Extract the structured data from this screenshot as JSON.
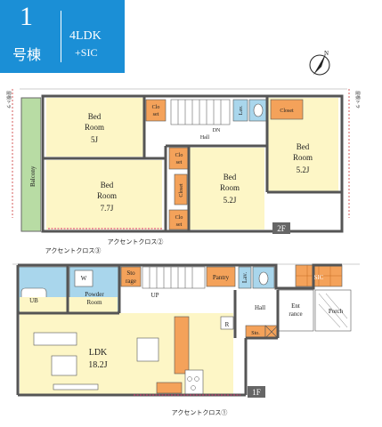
{
  "badge": {
    "number": "1",
    "unit": "号棟",
    "type": "4LDK",
    "extra": "+SIC"
  },
  "floor2": {
    "label": "2F",
    "balcony": "Balcony",
    "bed1": {
      "l1": "Bed",
      "l2": "Room",
      "size": "5J"
    },
    "bed2": {
      "l1": "Bed",
      "l2": "Room",
      "size": "7.7J"
    },
    "bed3": {
      "l1": "Bed",
      "l2": "Room",
      "size": "5.2J"
    },
    "bed4": {
      "l1": "Bed",
      "l2": "Room",
      "size": "5.2J"
    },
    "closet_a": "Clo\nset",
    "closet_b": "Clo\nset",
    "closet_c": "Clo\nset",
    "closet_side": "Closet",
    "closet_main": "Closet",
    "lav": "Lav.",
    "dn": "DN",
    "hall": "Hall",
    "accent": "アクセントクロス②",
    "roof_left": "屋根トラ",
    "roof_right": "屋根トラ"
  },
  "floor1": {
    "label": "1F",
    "ub": "UB",
    "w": "W",
    "powder1": "Powder",
    "powder2": "Room",
    "storage1": "Sto",
    "storage2": "rage",
    "up": "UP",
    "pantry": "Pantry",
    "lav": "Lav.",
    "sic": "SIC",
    "hall": "Hall",
    "ent1": "Ent",
    "ent2": "rance",
    "porch": "Porch",
    "sto": "Sto.",
    "ldk": "LDK",
    "ldk_size": "18.2J",
    "fridge": "R",
    "accent1": "アクセントクロス①",
    "accent3": "アクセントクロス③"
  }
}
